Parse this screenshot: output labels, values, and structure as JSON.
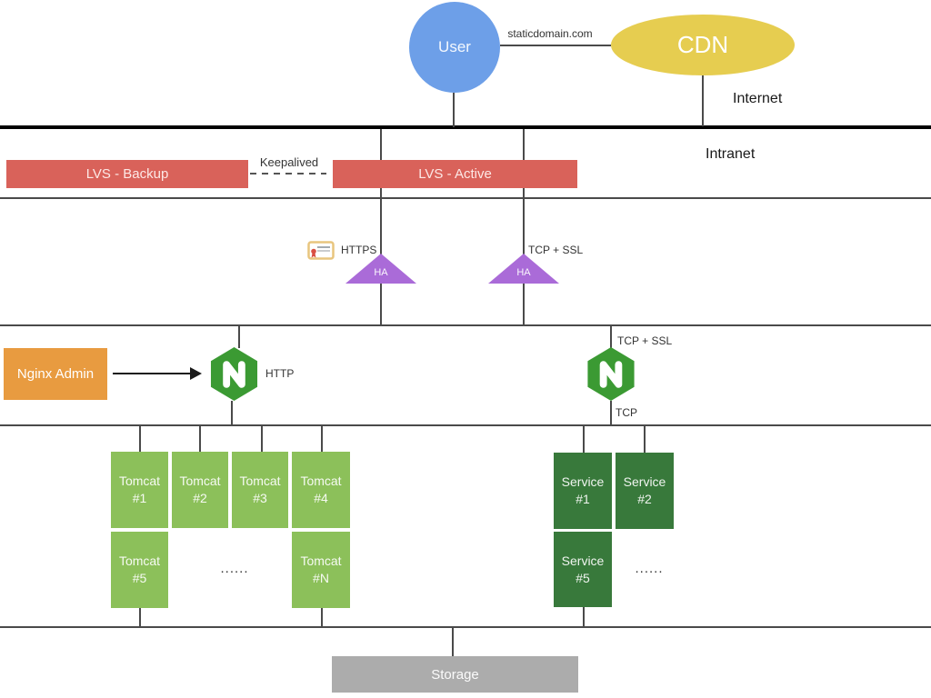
{
  "colors": {
    "user-blue": "#6D9FE8",
    "cdn-yellow": "#E6CD50",
    "lvs-red": "#D9625A",
    "ha-purple": "#AA6BD8",
    "admin-orange": "#E89B40",
    "nginx-green": "#3B9A33",
    "tomcat-green": "#8CC05A",
    "service-green": "#38793B",
    "storage-gray": "#ACACAC",
    "line-dark": "#4A4A4A",
    "label-dark": "#333333"
  },
  "zones": {
    "internet": "Internet",
    "intranet": "Intranet"
  },
  "nodes": {
    "user": "User",
    "cdn": "CDN",
    "lvs_backup": "LVS - Backup",
    "lvs_active": "LVS - Active",
    "nginx_admin": "Nginx Admin",
    "storage": "Storage",
    "ha_left": "HA",
    "ha_right": "HA"
  },
  "edge_labels": {
    "static_domain": "staticdomain.com",
    "keepalived": "Keepalived",
    "https": "HTTPS",
    "tcp_ssl_lvs": "TCP + SSL",
    "tcp_ssl_nginx": "TCP + SSL",
    "http": "HTTP",
    "tcp": "TCP"
  },
  "tomcat": {
    "row1": [
      {
        "line1": "Tomcat",
        "line2": "#1"
      },
      {
        "line1": "Tomcat",
        "line2": "#2"
      },
      {
        "line1": "Tomcat",
        "line2": "#3"
      },
      {
        "line1": "Tomcat",
        "line2": "#4"
      }
    ],
    "row2_first": {
      "line1": "Tomcat",
      "line2": "#5"
    },
    "row2_last": {
      "line1": "Tomcat",
      "line2": "#N"
    },
    "ellipsis": "......"
  },
  "service": {
    "row1": [
      {
        "line1": "Service",
        "line2": "#1"
      },
      {
        "line1": "Service",
        "line2": "#2"
      }
    ],
    "row2_first": {
      "line1": "Service",
      "line2": "#5"
    },
    "ellipsis": "......"
  }
}
